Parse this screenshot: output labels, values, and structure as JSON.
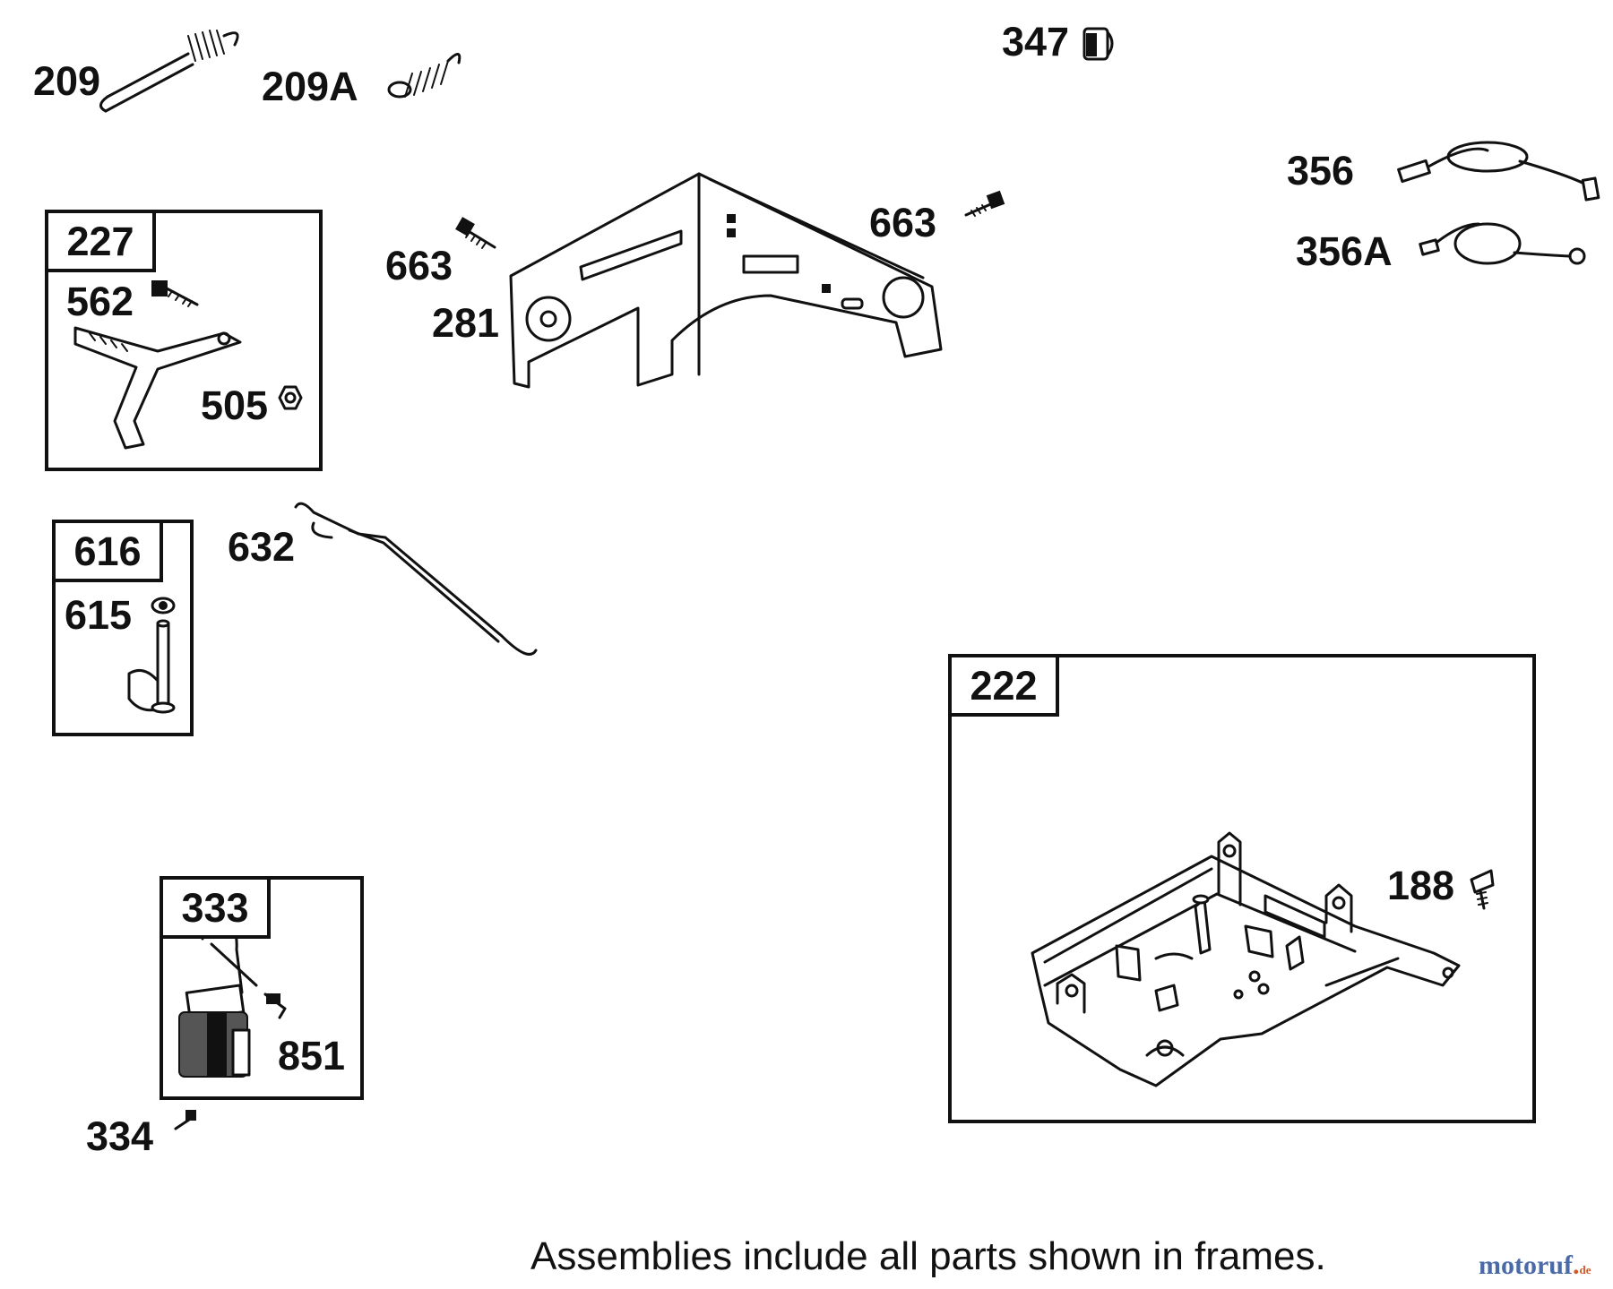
{
  "labels": {
    "p209": "209",
    "p209A": "209A",
    "p347": "347",
    "p356": "356",
    "p356A": "356A",
    "p663a": "663",
    "p663b": "663",
    "p281": "281",
    "p562": "562",
    "p505": "505",
    "p632": "632",
    "p615": "615",
    "p188": "188",
    "p851": "851",
    "p334": "334"
  },
  "frames": {
    "f227": "227",
    "f616": "616",
    "f222": "222",
    "f333": "333"
  },
  "footnote": "Assemblies include all parts shown in frames.",
  "watermark": {
    "brand": "motoruf",
    "tld": "de"
  }
}
